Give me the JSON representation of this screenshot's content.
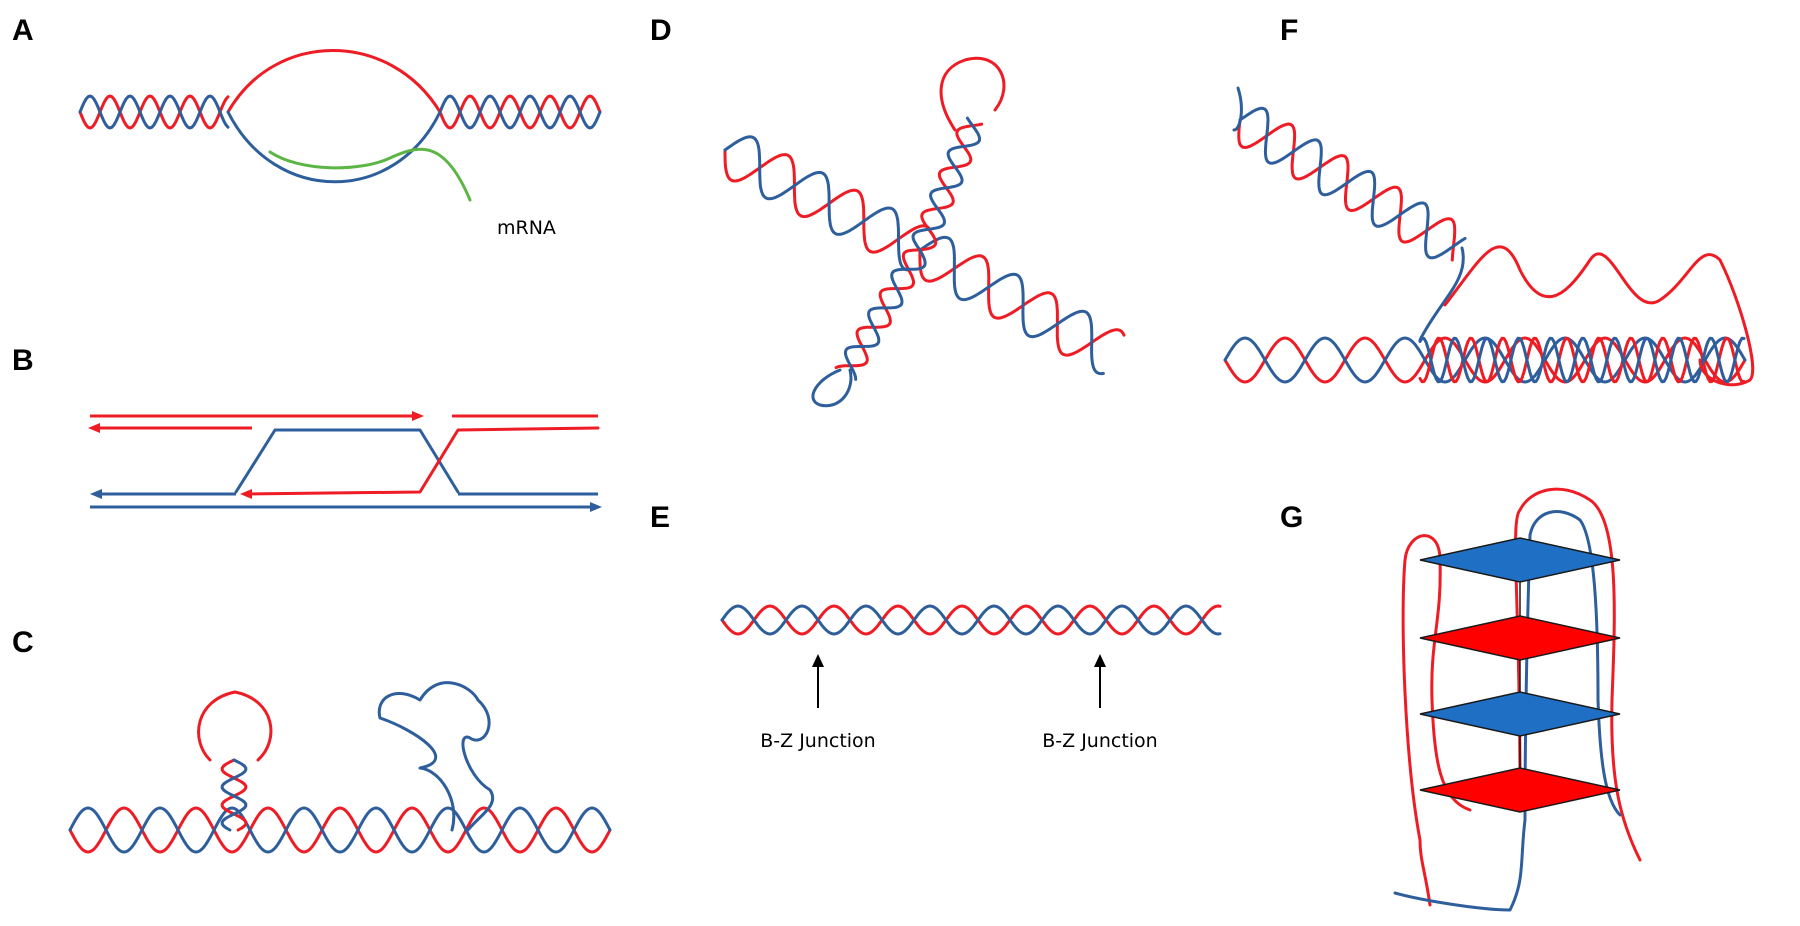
{
  "panels": [
    {
      "id": "A",
      "label": "A",
      "annotations": [
        "mRNA"
      ]
    },
    {
      "id": "B",
      "label": "B",
      "annotations": []
    },
    {
      "id": "C",
      "label": "C",
      "annotations": []
    },
    {
      "id": "D",
      "label": "D",
      "annotations": []
    },
    {
      "id": "E",
      "label": "E",
      "annotations": [
        "B-Z Junction",
        "B-Z Junction"
      ]
    },
    {
      "id": "F",
      "label": "F",
      "annotations": []
    },
    {
      "id": "G",
      "label": "G",
      "annotations": []
    }
  ],
  "colors": {
    "strand_1": "#ee1c24",
    "strand_2": "#2e5f9c",
    "mrna": "#5cb545",
    "tetrad_1": "#1f6fc5",
    "tetrad_2": "#ff0000"
  }
}
